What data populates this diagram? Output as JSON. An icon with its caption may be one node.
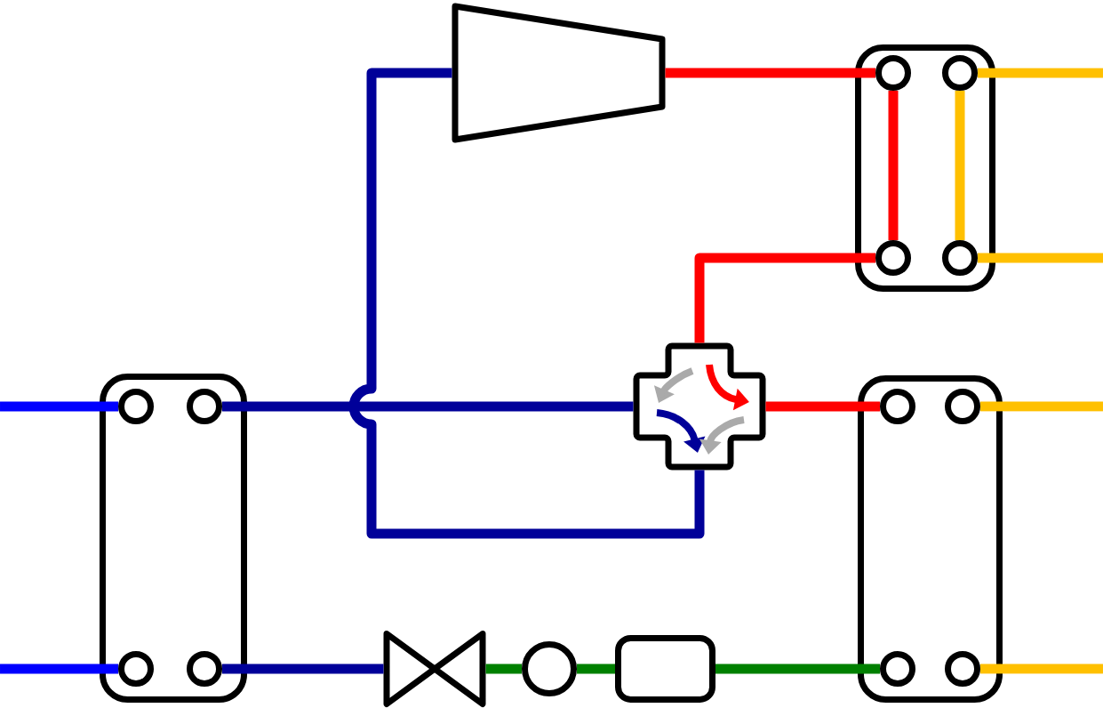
{
  "diagram": {
    "nodes": [
      {
        "text": [],
        "shape": "trapezoid"
      },
      {
        "text": [],
        "shape": "box"
      },
      {
        "text": [],
        "shape": "circle",
        "in": 1
      },
      {
        "text": [],
        "shape": "circle",
        "in": 1
      },
      {
        "text": [],
        "shape": "circle",
        "in": 1
      },
      {
        "text": [],
        "shape": "circle",
        "in": 1
      },
      {
        "text": [],
        "shape": "cross"
      },
      {
        "text": [],
        "shape": "box"
      },
      {
        "text": [],
        "shape": "circle",
        "in": 7
      },
      {
        "text": [],
        "shape": "circle",
        "in": 7
      },
      {
        "text": [],
        "shape": "circle",
        "in": 7
      },
      {
        "text": [],
        "shape": "circle",
        "in": 7
      },
      {
        "text": [],
        "shape": "box"
      },
      {
        "text": [],
        "shape": "circle",
        "in": 12
      },
      {
        "text": [],
        "shape": "circle",
        "in": 12
      },
      {
        "text": [],
        "shape": "circle",
        "in": 12
      },
      {
        "text": [],
        "shape": "circle",
        "in": 12
      },
      {
        "text": [],
        "shape": "bowtie"
      },
      {
        "text": [],
        "shape": "circle"
      },
      {
        "text": [],
        "shape": "box"
      }
    ],
    "edges": [
      {
        "from": 0,
        "to": 2,
        "arrow": "none",
        "color": "#ff0000"
      },
      {
        "from": 2,
        "to": 4,
        "arrow": "none",
        "color": "#ff0000"
      },
      {
        "from": 3,
        "to": 5,
        "arrow": "none",
        "color": "#ffc000"
      },
      {
        "from": 3,
        "to": null,
        "arrow": "none",
        "color": "#ffc000"
      },
      {
        "from": 5,
        "to": null,
        "arrow": "none",
        "color": "#ffc000"
      },
      {
        "from": 4,
        "to": 6,
        "arrow": "none",
        "color": "#ff0000"
      },
      {
        "from": 6,
        "to": 13,
        "arrow": "none",
        "color": "#ff0000"
      },
      {
        "from": 14,
        "to": null,
        "arrow": "none",
        "color": "#ffc000"
      },
      {
        "from": 16,
        "to": null,
        "arrow": "none",
        "color": "#ffc000"
      },
      {
        "from": 6,
        "to": 0,
        "arrow": "none",
        "color": "#000099"
      },
      {
        "from": 9,
        "to": 6,
        "arrow": "none",
        "color": "#000099"
      },
      {
        "from": null,
        "to": 8,
        "arrow": "none",
        "color": "#0000ff"
      },
      {
        "from": null,
        "to": 10,
        "arrow": "none",
        "color": "#0000ff"
      },
      {
        "from": 11,
        "to": 17,
        "arrow": "none",
        "color": "#000099"
      },
      {
        "from": 17,
        "to": 18,
        "arrow": "none",
        "color": "#008000"
      },
      {
        "from": 18,
        "to": 19,
        "arrow": "none",
        "color": "#008000"
      },
      {
        "from": 19,
        "to": 15,
        "arrow": "none",
        "color": "#008000"
      }
    ]
  }
}
